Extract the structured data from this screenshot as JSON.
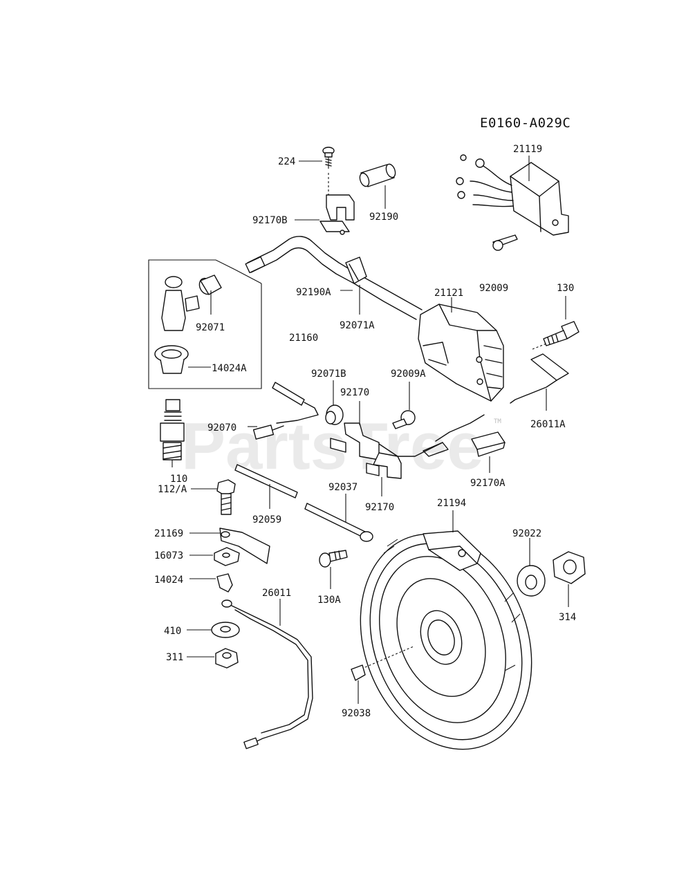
{
  "diagram": {
    "code": "E0160-A029C",
    "watermark": "PartsTree",
    "trademark": "TM",
    "callouts": {
      "c224": "224",
      "c92170B": "92170B",
      "c92190": "92190",
      "c21119": "21119",
      "c92190A": "92190A",
      "c92071A": "92071A",
      "c21121": "21121",
      "c92009": "92009",
      "c130": "130",
      "c92071": "92071",
      "c21160": "21160",
      "c14024A": "14024A",
      "c92071B": "92071B",
      "c92009A": "92009A",
      "c92170a": "92170",
      "c26011A": "26011A",
      "c92070": "92070",
      "c92170A": "92170A",
      "c110": "110",
      "c112A": "112/A",
      "c92037": "92037",
      "c92170b": "92170",
      "c92059": "92059",
      "c21194": "21194",
      "c21169": "21169",
      "c92022": "92022",
      "c16073": "16073",
      "c14024": "14024",
      "c130A": "130A",
      "c314": "314",
      "c26011": "26011",
      "c410": "410",
      "c311": "311",
      "c92038": "92038"
    }
  }
}
